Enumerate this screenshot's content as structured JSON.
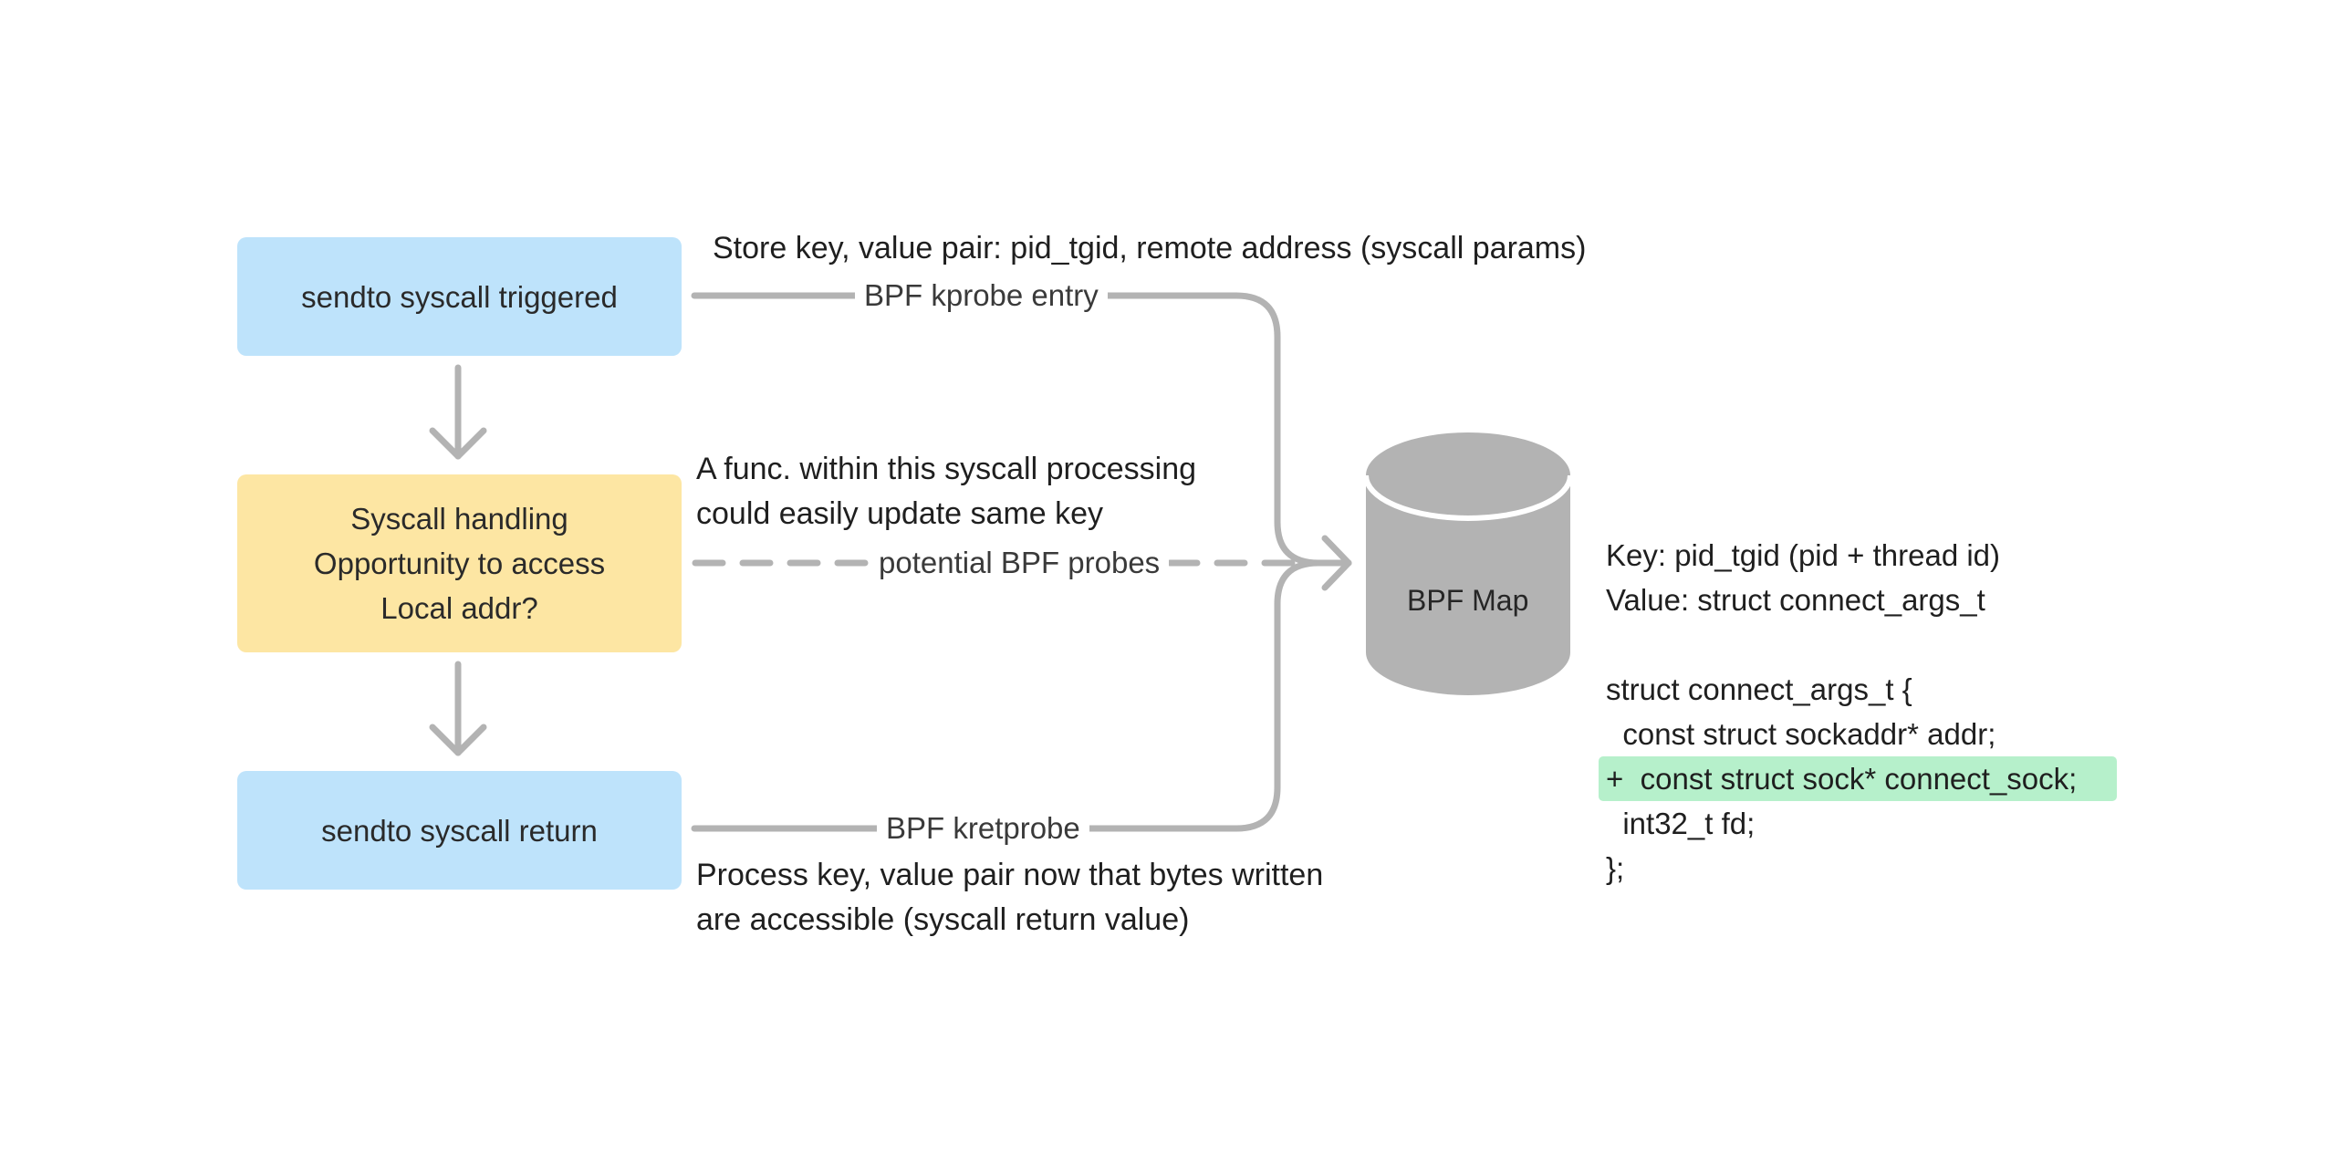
{
  "nodes": {
    "sendto_triggered": "sendto syscall triggered",
    "syscall_handling": [
      "Syscall handling",
      "Opportunity to access",
      "Local addr?"
    ],
    "sendto_return": "sendto syscall return",
    "bpf_map": "BPF Map"
  },
  "edges": {
    "kprobe_entry": "BPF kprobe entry",
    "potential_probes": "potential BPF probes",
    "kretprobe": "BPF kretprobe"
  },
  "annotations": {
    "store": "Store key, value pair: pid_tgid, remote address (syscall params)",
    "func_update": [
      "A func. within this syscall processing",
      "could easily update same key"
    ],
    "process": [
      "Process key, value pair now that bytes written",
      "are accessible (syscall return value)"
    ]
  },
  "map_description": {
    "key": "Key: pid_tgid (pid + thread id)",
    "value": "Value: struct connect_args_t",
    "struct_lines": [
      "struct connect_args_t {",
      "  const struct sockaddr* addr;",
      "+  const struct sock* connect_sock;",
      "  int32_t fd;",
      "};"
    ],
    "added_line_index": 2
  },
  "colors": {
    "blue_box": "#bee3fb",
    "yellow_box": "#fde6a3",
    "connector_gray": "#b3b3b3",
    "cylinder_gray": "#b3b3b3",
    "added_highlight": "#b6f0cb"
  },
  "icons": [
    "arrow-down-icon",
    "arrow-right-icon",
    "database-cylinder-icon"
  ]
}
